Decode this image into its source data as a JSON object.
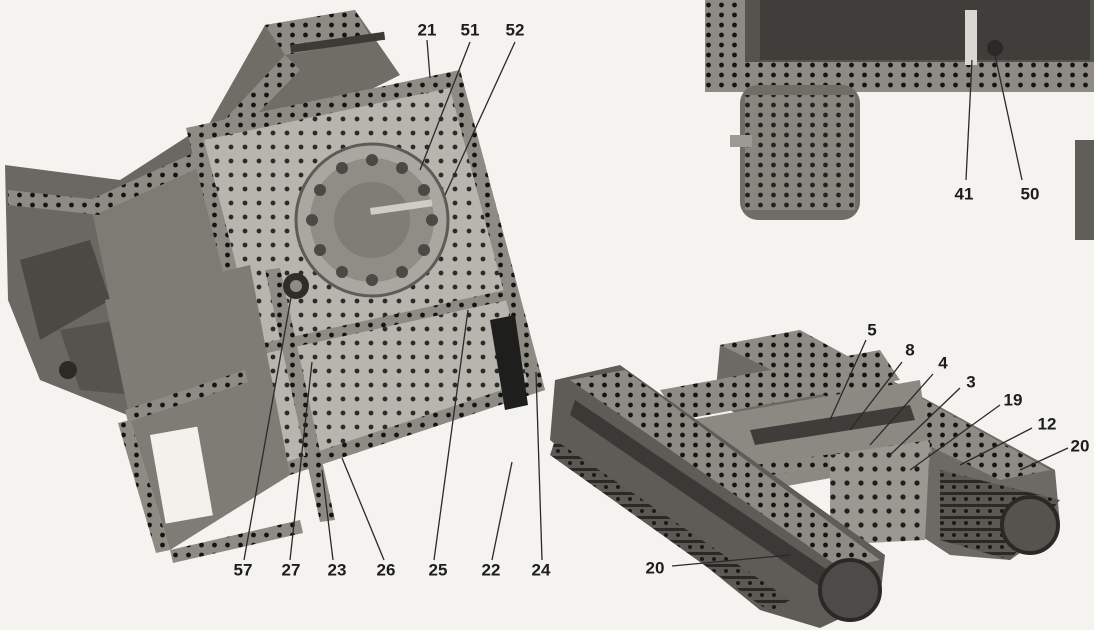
{
  "callouts": {
    "c21": "21",
    "c51": "51",
    "c52": "52",
    "c41": "41",
    "c50": "50",
    "c5": "5",
    "c8": "8",
    "c4": "4",
    "c3": "3",
    "c19": "19",
    "c12": "12",
    "c20_right": "20",
    "c20_lower": "20",
    "c57": "57",
    "c27": "27",
    "c23": "23",
    "c26": "26",
    "c25": "25",
    "c22": "22",
    "c24": "24"
  }
}
